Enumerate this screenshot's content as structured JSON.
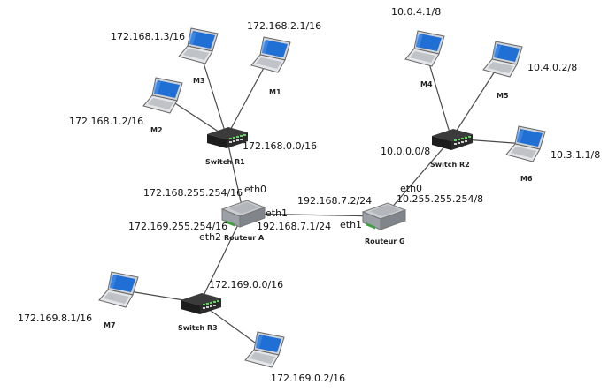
{
  "colors": {
    "link": "#4a4a4a",
    "screen": "#1f6fd4",
    "switch_body": "#1d1d1d",
    "switch_ports": "#5fd35f",
    "router_body": "#9aa0a6"
  },
  "laptops": [
    {
      "id": "m1",
      "name": "M1",
      "ip": "172.168.2.1/16"
    },
    {
      "id": "m2",
      "name": "M2",
      "ip": "172.168.1.2/16"
    },
    {
      "id": "m3",
      "name": "M3",
      "ip": "172.168.1.3/16"
    },
    {
      "id": "m4",
      "name": "M4",
      "ip": "10.0.4.1/8"
    },
    {
      "id": "m5",
      "name": "M5",
      "ip": "10.4.0.2/8"
    },
    {
      "id": "m6",
      "name": "M6",
      "ip": "10.3.1.1/8"
    },
    {
      "id": "m7",
      "name": "M7",
      "ip": "172.169.8.1/16"
    },
    {
      "id": "m8",
      "name": "",
      "ip": "172.169.0.2/16"
    }
  ],
  "switches": [
    {
      "id": "r1",
      "name": "Switch R1",
      "network": "172.168.0.0/16"
    },
    {
      "id": "r2",
      "name": "Switch R2",
      "network": "10.0.0.0/8"
    },
    {
      "id": "r3",
      "name": "Switch R3",
      "network": "172.169.0.0/16"
    }
  ],
  "routers": [
    {
      "id": "a",
      "name": "Routeur A",
      "interfaces": [
        {
          "id": "eth0",
          "label": "eth0",
          "ip": "172.168.255.254/16"
        },
        {
          "id": "eth1",
          "label": "eth1",
          "ip": "192.168.7.1/24"
        },
        {
          "id": "eth2",
          "label": "eth2",
          "ip": "172.169.255.254/16"
        }
      ]
    },
    {
      "id": "g",
      "name": "Routeur G",
      "interfaces": [
        {
          "id": "eth0",
          "label": "eth0",
          "ip": "10.255.255.254/8"
        },
        {
          "id": "eth1",
          "label": "eth1",
          "ip": "192.168.7.2/24"
        }
      ]
    }
  ],
  "links": [
    [
      "switch-r1",
      "laptop-m3"
    ],
    [
      "switch-r1",
      "laptop-m1"
    ],
    [
      "switch-r1",
      "laptop-m2"
    ],
    [
      "switch-r1",
      "router-a"
    ],
    [
      "router-a",
      "router-g"
    ],
    [
      "router-a",
      "switch-r3"
    ],
    [
      "switch-r3",
      "laptop-m7"
    ],
    [
      "switch-r3",
      "laptop-m8"
    ],
    [
      "router-g",
      "switch-r2"
    ],
    [
      "switch-r2",
      "laptop-m4"
    ],
    [
      "switch-r2",
      "laptop-m5"
    ],
    [
      "switch-r2",
      "laptop-m6"
    ]
  ]
}
